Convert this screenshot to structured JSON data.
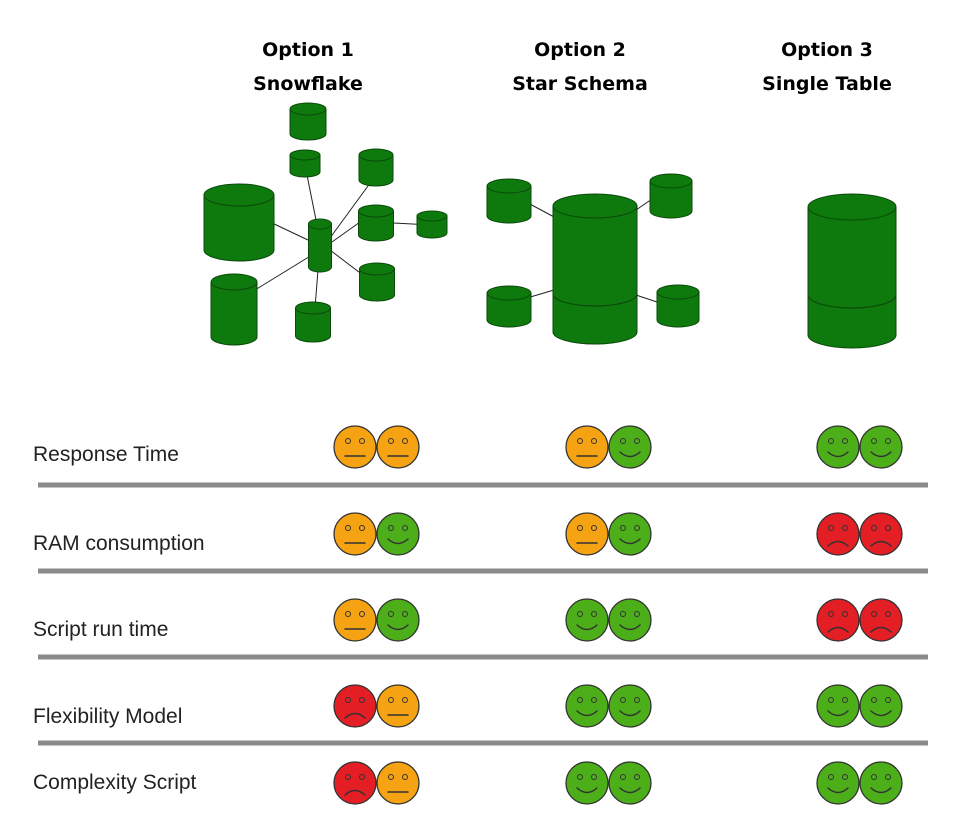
{
  "options": [
    {
      "number_label": "Option 1",
      "name": "Snowflake"
    },
    {
      "number_label": "Option 2",
      "name": "Star Schema"
    },
    {
      "number_label": "Option 3",
      "name": "Single Table"
    }
  ],
  "criteria": [
    {
      "label": "Response Time",
      "ratings": [
        [
          "neutral",
          "neutral"
        ],
        [
          "neutral",
          "happy"
        ],
        [
          "happy",
          "happy"
        ]
      ]
    },
    {
      "label": "RAM consumption",
      "ratings": [
        [
          "neutral",
          "happy"
        ],
        [
          "neutral",
          "happy"
        ],
        [
          "sad",
          "sad"
        ]
      ]
    },
    {
      "label": "Script run time",
      "ratings": [
        [
          "neutral",
          "happy"
        ],
        [
          "happy",
          "happy"
        ],
        [
          "sad",
          "sad"
        ]
      ]
    },
    {
      "label": "Flexibility Model",
      "ratings": [
        [
          "sad",
          "neutral"
        ],
        [
          "happy",
          "happy"
        ],
        [
          "happy",
          "happy"
        ]
      ]
    },
    {
      "label": "Complexity Script",
      "ratings": [
        [
          "sad",
          "neutral"
        ],
        [
          "happy",
          "happy"
        ],
        [
          "happy",
          "happy"
        ]
      ]
    }
  ],
  "colors": {
    "cylinder_fill": "#0e7a0e",
    "cylinder_stroke": "#0a4a0a",
    "face_happy": "#4caf1a",
    "face_neutral": "#f5a313",
    "face_sad": "#e31e24",
    "divider": "#8a8a8a"
  },
  "icons": [
    "database-cylinder-icon",
    "happy-face-icon",
    "neutral-face-icon",
    "sad-face-icon"
  ]
}
